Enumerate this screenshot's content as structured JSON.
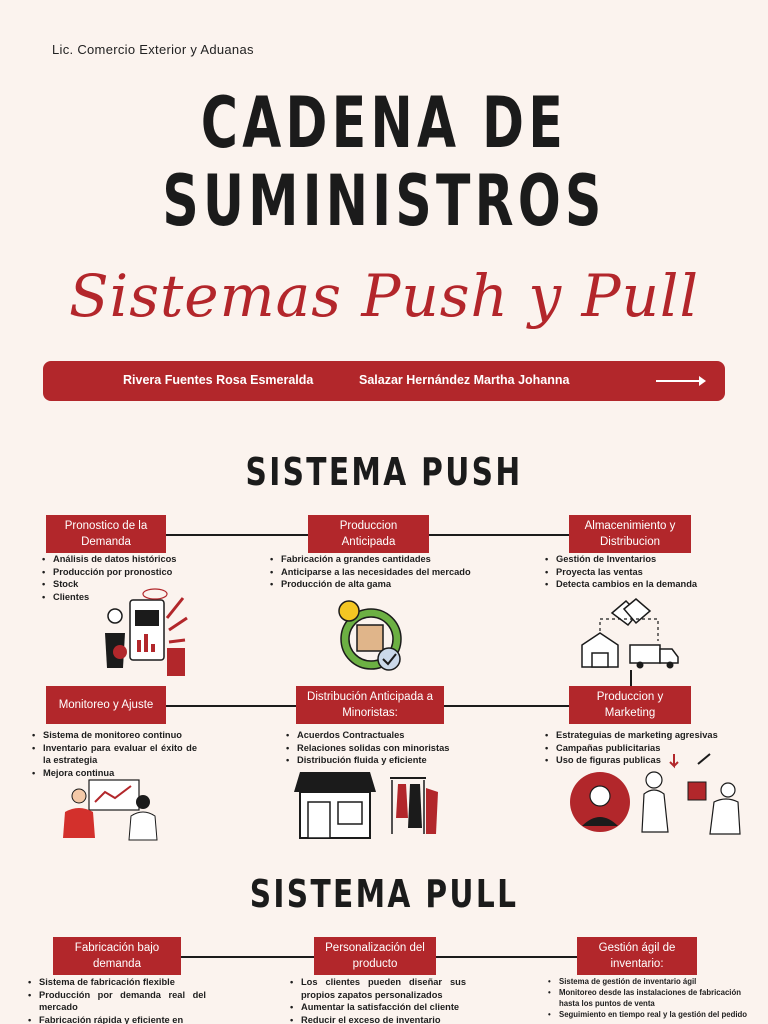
{
  "header": {
    "program": "Lic. Comercio Exterior y Aduanas",
    "title_line1": "CADENA DE",
    "title_line2": "SUMINISTROS",
    "subtitle": "Sistemas Push y Pull"
  },
  "authors": {
    "author1": "Rivera Fuentes Rosa Esmeralda",
    "author2": "Salazar Hernández Martha Johanna"
  },
  "push": {
    "heading": "SISTEMA PUSH",
    "nodes": [
      {
        "label": "Pronostico de la Demanda",
        "bullets": [
          "Análisis de datos históricos",
          "Producción por pronostico",
          "Stock",
          "Clientes"
        ]
      },
      {
        "label": "Produccion Anticipada",
        "bullets": [
          "Fabricación a grandes cantidades",
          "Anticiparse a las necesidades del mercado",
          "Producción de alta gama"
        ]
      },
      {
        "label": "Almacenimiento y Distribucion",
        "bullets": [
          "Gestión de Inventarios",
          "Proyecta las ventas",
          "Detecta cambios en la demanda"
        ]
      },
      {
        "label": "Monitoreo y Ajuste",
        "bullets": [
          "Sistema de monitoreo continuo",
          "Inventario para evaluar el éxito de la estrategia",
          "Mejora continua"
        ]
      },
      {
        "label": "Distribución Anticipada a Minoristas:",
        "bullets": [
          "Acuerdos Contractuales",
          "Relaciones solidas con minoristas",
          "Distribución fluida y eficiente"
        ]
      },
      {
        "label": "Produccion y Marketing",
        "bullets": [
          "Estrateguias de marketing agresivas",
          "Campañas publicitarias",
          "Uso de figuras publicas"
        ]
      }
    ]
  },
  "pull": {
    "heading": "SISTEMA PULL",
    "nodes": [
      {
        "label": "Fabricación bajo demanda",
        "bullets": [
          "Sistema de fabricación flexible",
          "Producción por demanda real del mercado",
          "Fabricación rápida y eficiente en"
        ]
      },
      {
        "label": "Personalización del producto",
        "bullets": [
          "Los clientes pueden diseñar sus propios zapatos personalizados",
          "Aumentar la satisfacción del cliente",
          "Reducir el exceso de inventario"
        ]
      },
      {
        "label": "Gestión ágil de inventario:",
        "bullets": [
          "Sistema de gestión de inventario ágil",
          "Monitoreo desde las instalaciones de fabricación hasta los puntos de venta",
          "Seguimiento en tiempo real y la gestión del pedido"
        ]
      }
    ]
  },
  "colors": {
    "accent": "#b2272b",
    "background": "#fbf3ee",
    "text": "#1b1b1b"
  }
}
